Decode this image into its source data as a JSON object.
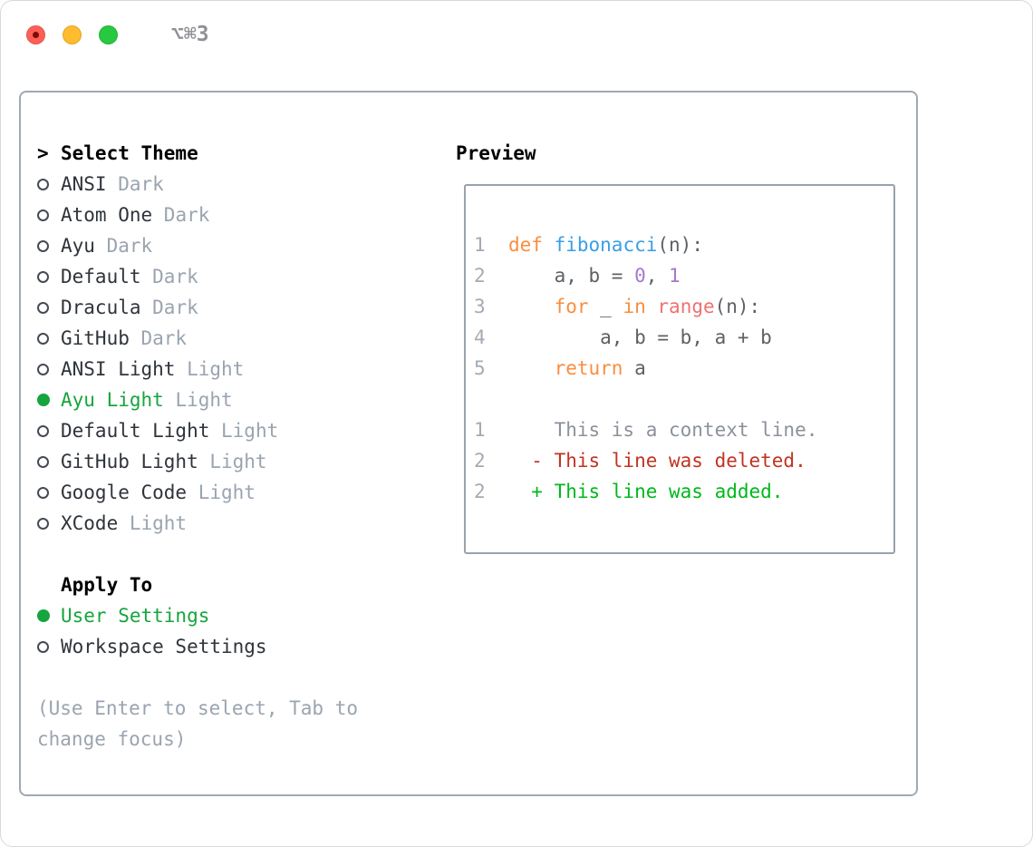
{
  "window": {
    "title": "⌥⌘3"
  },
  "colors": {
    "item_fg": "#2f343b",
    "muted": "#9aa4b0",
    "accent_green": "#16a53d",
    "radio_outline": "#454b54",
    "fg": "#5c6166",
    "keyword": "#fa8d3e",
    "function": "#399ee6",
    "constant": "#a37acc",
    "call": "#f07171",
    "context": "#8b929b",
    "deleted": "#c23321",
    "added": "#00b81c",
    "lineno": "#a3abb5",
    "traffic_red": "#ff5f57",
    "traffic_yellow": "#febc2e",
    "traffic_green": "#28c840"
  },
  "selector": {
    "pointer": ">",
    "heading": "Select Theme",
    "themes": [
      {
        "name": "ANSI",
        "variant": "Dark",
        "selected": false
      },
      {
        "name": "Atom One",
        "variant": "Dark",
        "selected": false
      },
      {
        "name": "Ayu",
        "variant": "Dark",
        "selected": false
      },
      {
        "name": "Default",
        "variant": "Dark",
        "selected": false
      },
      {
        "name": "Dracula",
        "variant": "Dark",
        "selected": false
      },
      {
        "name": "GitHub",
        "variant": "Dark",
        "selected": false
      },
      {
        "name": "ANSI Light",
        "variant": "Light",
        "selected": false
      },
      {
        "name": "Ayu Light",
        "variant": "Light",
        "selected": true
      },
      {
        "name": "Default Light",
        "variant": "Light",
        "selected": false
      },
      {
        "name": "GitHub Light",
        "variant": "Light",
        "selected": false
      },
      {
        "name": "Google Code",
        "variant": "Light",
        "selected": false
      },
      {
        "name": "XCode",
        "variant": "Light",
        "selected": false
      }
    ],
    "apply_heading": "Apply To",
    "apply_options": [
      {
        "label": "User Settings",
        "selected": true
      },
      {
        "label": "Workspace Settings",
        "selected": false
      }
    ],
    "hint_line1": "(Use Enter to select, Tab to",
    "hint_line2": "change focus)"
  },
  "preview": {
    "heading": "Preview",
    "lines": [
      {
        "num": "1",
        "tokens": [
          {
            "t": "def",
            "c": "keyword"
          },
          {
            "t": " ",
            "c": "fg"
          },
          {
            "t": "fibonacci",
            "c": "function"
          },
          {
            "t": "(n):",
            "c": "fg"
          }
        ]
      },
      {
        "num": "2",
        "tokens": [
          {
            "t": "    a, b = ",
            "c": "fg"
          },
          {
            "t": "0",
            "c": "constant"
          },
          {
            "t": ", ",
            "c": "fg"
          },
          {
            "t": "1",
            "c": "constant"
          }
        ]
      },
      {
        "num": "3",
        "tokens": [
          {
            "t": "    ",
            "c": "fg"
          },
          {
            "t": "for",
            "c": "keyword"
          },
          {
            "t": " _ ",
            "c": "fg"
          },
          {
            "t": "in",
            "c": "keyword"
          },
          {
            "t": " ",
            "c": "fg"
          },
          {
            "t": "range",
            "c": "call"
          },
          {
            "t": "(n):",
            "c": "fg"
          }
        ]
      },
      {
        "num": "4",
        "tokens": [
          {
            "t": "        a, b = b, a + b",
            "c": "fg"
          }
        ]
      },
      {
        "num": "5",
        "tokens": [
          {
            "t": "    ",
            "c": "fg"
          },
          {
            "t": "return",
            "c": "keyword"
          },
          {
            "t": " a",
            "c": "fg"
          }
        ]
      },
      {
        "num": "",
        "tokens": []
      },
      {
        "num": "1",
        "tokens": [
          {
            "t": "    This is a context line.",
            "c": "context"
          }
        ]
      },
      {
        "num": "2",
        "tokens": [
          {
            "t": "  - This line was deleted.",
            "c": "deleted"
          }
        ]
      },
      {
        "num": "2",
        "tokens": [
          {
            "t": "  + This line was added.",
            "c": "added"
          }
        ]
      }
    ]
  }
}
